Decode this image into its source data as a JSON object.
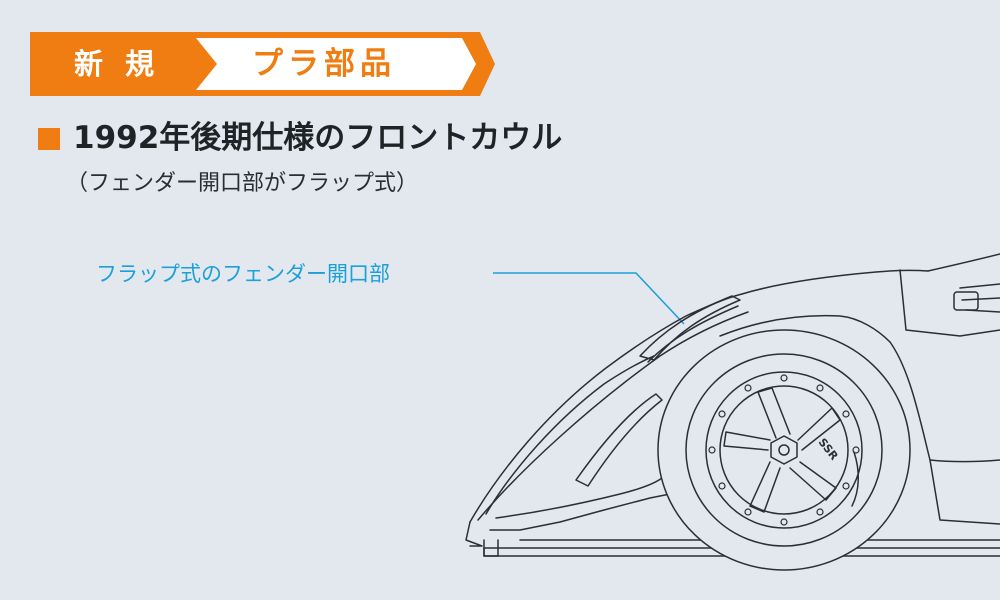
{
  "badge": {
    "new_label": "新 規",
    "parts_label": "プラ部品",
    "accent_color": "#ef7d12",
    "text_color_on_accent": "#ffffff"
  },
  "heading": {
    "title": "1992年後期仕様のフロントカウル",
    "subtitle": "（フェンダー開口部がフラップ式）",
    "bullet_color": "#ef7d12"
  },
  "callout": {
    "label": "フラップ式のフェンダー開口部",
    "color": "#1ba0dc"
  },
  "drawing": {
    "wheel_text": "SSR",
    "line_color": "#2b2f33",
    "background_color": "#e3e8ee"
  }
}
